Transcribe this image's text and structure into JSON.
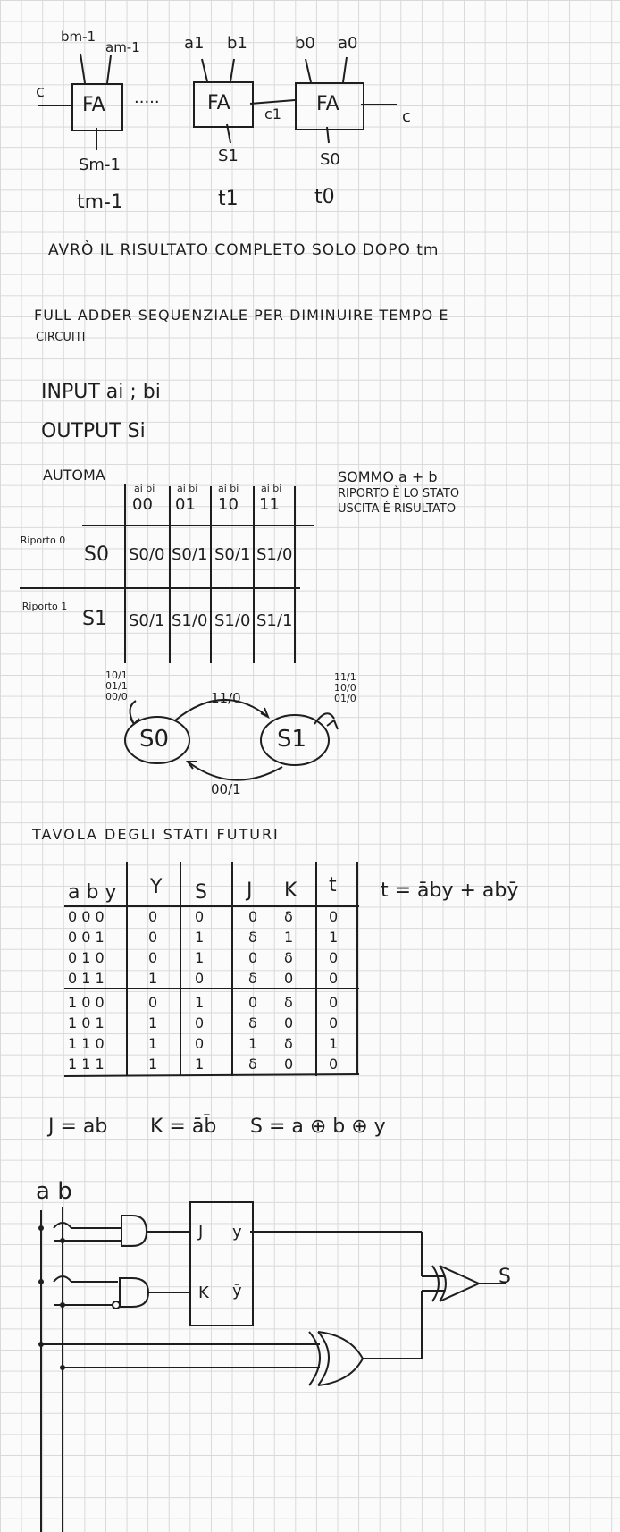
{
  "adder_chain": {
    "fa_label": "FA",
    "dots": "·····",
    "carry_left": "c",
    "carry_right": "c",
    "carry_mid": "c1",
    "blocks": [
      {
        "in_a": "bm-1",
        "in_b": "am-1",
        "sum": "Sm-1",
        "time": "tm-1"
      },
      {
        "in_a": "a1",
        "in_b": "b1",
        "sum": "S1",
        "time": "t1"
      },
      {
        "in_a": "b0",
        "in_b": "a0",
        "sum": "S0",
        "time": "t0"
      }
    ]
  },
  "notes": {
    "result_after": "AVRÒ IL RISULTATO COMPLETO SOLO DOPO tm",
    "seq_title_line1": "FULL ADDER SEQUENZIALE PER DIMINUIRE TEMPO E",
    "seq_title_line2": "CIRCUITI",
    "input": "INPUT  ai ; bi",
    "output": "OUTPUT  Si"
  },
  "automa": {
    "label": "AUTOMA",
    "side_note": [
      "SOMMO a + b",
      "RIPORTO È LO STATO",
      "USCITA È RISULTATO"
    ],
    "col_heads": [
      {
        "top": "ai bi",
        "val": "00"
      },
      {
        "top": "ai bi",
        "val": "01"
      },
      {
        "top": "ai bi",
        "val": "10"
      },
      {
        "top": "ai bi",
        "val": "11"
      }
    ],
    "rows": [
      {
        "riporto": "Riporto 0",
        "state": "S0",
        "cells": [
          "S0/0",
          "S0/1",
          "S0/1",
          "S1/0"
        ]
      },
      {
        "riporto": "Riporto 1",
        "state": "S1",
        "cells": [
          "S0/1",
          "S1/0",
          "S1/0",
          "S1/1"
        ]
      }
    ]
  },
  "state_diagram": {
    "s0": "S0",
    "s1": "S1",
    "s0_loop": [
      "10/1",
      "01/1",
      "00/0"
    ],
    "s1_loop": [
      "11/1",
      "10/0",
      "01/0"
    ],
    "s0_to_s1": "11/0",
    "s1_to_s0": "00/1"
  },
  "future_table": {
    "title": "TAVOLA DEGLI STATI FUTURI",
    "headers": [
      "a b y",
      "Y",
      "S",
      "J",
      "K",
      "t"
    ],
    "rows": [
      [
        "0 0 0",
        "0",
        "0",
        "0",
        "δ",
        "0"
      ],
      [
        "0 0 1",
        "0",
        "1",
        "δ",
        "1",
        "1"
      ],
      [
        "0 1 0",
        "0",
        "1",
        "0",
        "δ",
        "0"
      ],
      [
        "0 1 1",
        "1",
        "0",
        "δ",
        "0",
        "0"
      ],
      [
        "1 0 0",
        "0",
        "1",
        "0",
        "δ",
        "0"
      ],
      [
        "1 0 1",
        "1",
        "0",
        "δ",
        "0",
        "0"
      ],
      [
        "1 1 0",
        "1",
        "0",
        "1",
        "δ",
        "1"
      ],
      [
        "1 1 1",
        "1",
        "1",
        "δ",
        "0",
        "0"
      ]
    ],
    "t_formula": "t = āby + abȳ"
  },
  "equations": {
    "j": "J = ab",
    "k": "K = āb̄",
    "s": "S = a ⊕ b ⊕ y"
  },
  "circuit": {
    "inputs": "a b",
    "ff_j": "J",
    "ff_k": "K",
    "ff_y": "y",
    "ff_ybar": "ȳ",
    "output": "S"
  }
}
